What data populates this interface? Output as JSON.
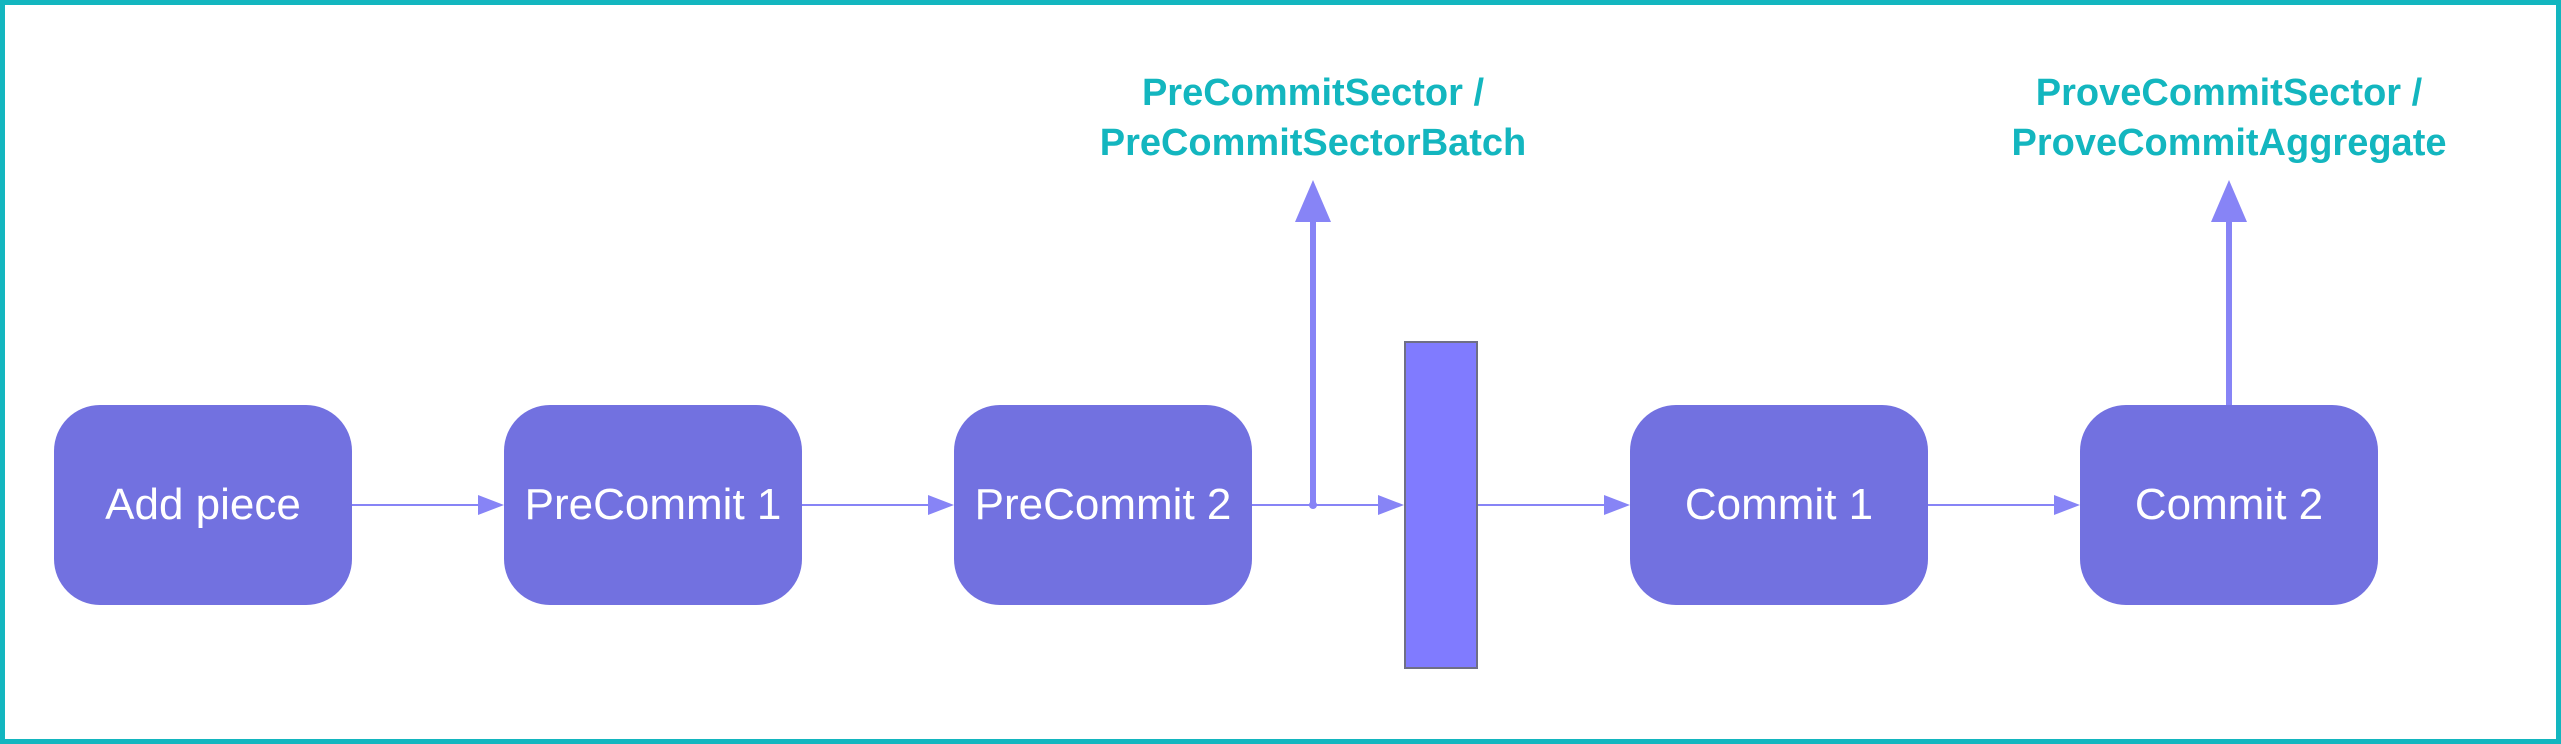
{
  "diagram": {
    "nodes": [
      {
        "id": "add-piece",
        "label": "Add piece"
      },
      {
        "id": "precommit-1",
        "label": "PreCommit 1"
      },
      {
        "id": "precommit-2",
        "label": "PreCommit 2"
      },
      {
        "id": "commit-1",
        "label": "Commit 1"
      },
      {
        "id": "commit-2",
        "label": "Commit 2"
      }
    ],
    "messages": [
      {
        "id": "precommit-msg",
        "line1": "PreCommitSector /",
        "line2": "PreCommitSectorBatch"
      },
      {
        "id": "provecommit-msg",
        "line1": "ProveCommitSector /",
        "line2": "ProveCommitAggregate"
      }
    ],
    "colors": {
      "border": "#13b6bf",
      "node": "#7271e0",
      "barrier": "#807bff",
      "arrow": "#8784f6",
      "message_text": "#13b6bf",
      "node_text": "#ffffff"
    }
  }
}
